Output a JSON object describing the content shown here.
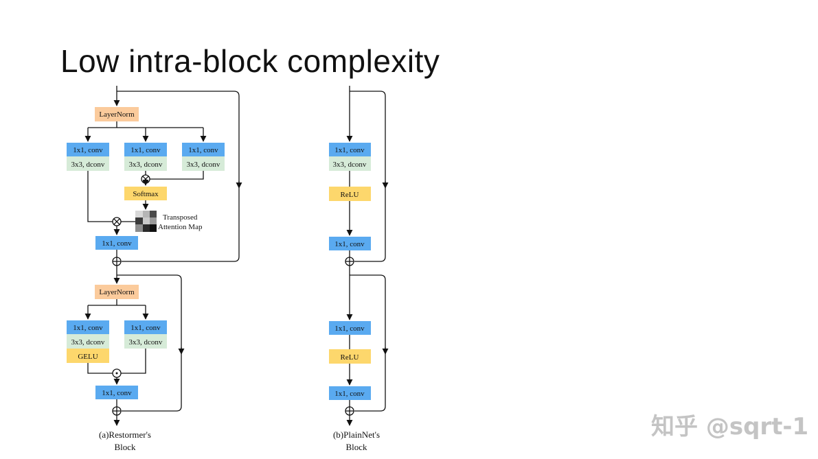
{
  "slide": {
    "title": "Low intra-block complexity",
    "watermark": "知乎 @sqrt-1"
  },
  "restormer": {
    "layernorm_1": "LayerNorm",
    "conv_1x1": "1x1, conv",
    "dconv_3x3": "3x3, dconv",
    "softmax": "Softmax",
    "attention_label_line1": "Transposed",
    "attention_label_line2": "Attention Map",
    "layernorm_2": "LayerNorm",
    "gelu": "GELU",
    "caption_line1": "(a)Restormer's",
    "caption_line2": "Block"
  },
  "plainnet": {
    "conv_1x1": "1x1, conv",
    "dconv_3x3": "3x3, dconv",
    "relu": "ReLU",
    "caption_line1": "(b)PlainNet's",
    "caption_line2": "Block"
  },
  "colors": {
    "layernorm": "#fbcb9c",
    "conv": "#5aaaf0",
    "dconv": "#d6ebd8",
    "activation": "#fdd76c"
  }
}
